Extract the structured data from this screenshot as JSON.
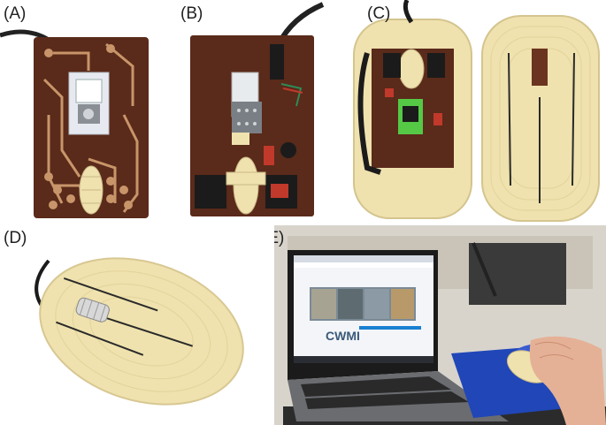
{
  "figure": {
    "panels": [
      {
        "label": "(A)"
      },
      {
        "label": "(B)"
      },
      {
        "label": "(C)"
      },
      {
        "label": "(D)"
      },
      {
        "label": "(E)"
      }
    ]
  },
  "laptop_screen": {
    "logo_text": "CWMI"
  },
  "colors": {
    "pcb_brown": "#5a2a1a",
    "copper": "#c8956a",
    "shell_cream": "#efe2ae",
    "connector_black": "#1b1b1b",
    "mousepad_blue": "#2046b8"
  }
}
